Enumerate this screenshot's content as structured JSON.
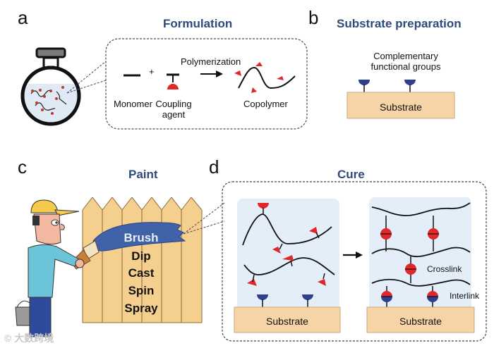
{
  "panels": {
    "a": {
      "letter": "a",
      "title": "Formulation",
      "labels": {
        "monomer": "Monomer",
        "plus": "+",
        "coupling_agent_line1": "Coupling",
        "coupling_agent_line2": "agent",
        "process": "Polymerization",
        "product": "Copolymer"
      }
    },
    "b": {
      "letter": "b",
      "title": "Substrate preparation",
      "labels": {
        "groups_line1": "Complementary",
        "groups_line2": "functional groups",
        "substrate": "Substrate"
      }
    },
    "c": {
      "letter": "c",
      "title": "Paint",
      "methods": [
        "Brush",
        "Dip",
        "Cast",
        "Spin",
        "Spray"
      ]
    },
    "d": {
      "letter": "d",
      "title": "Cure",
      "labels": {
        "substrate_left": "Substrate",
        "substrate_right": "Substrate",
        "crosslink": "Crosslink",
        "interlink": "Interlink"
      }
    }
  },
  "watermark": "© 大数跨境",
  "colors": {
    "title_blue": "#2f4a7a",
    "coupling_red": "#e0272b",
    "functional_blue": "#2e3f8f",
    "substrate_tan": "#f6d4a8",
    "cure_bg": "#e3eef8",
    "brush_paint": "#3f62a8",
    "fence": "#f5cf8e"
  }
}
